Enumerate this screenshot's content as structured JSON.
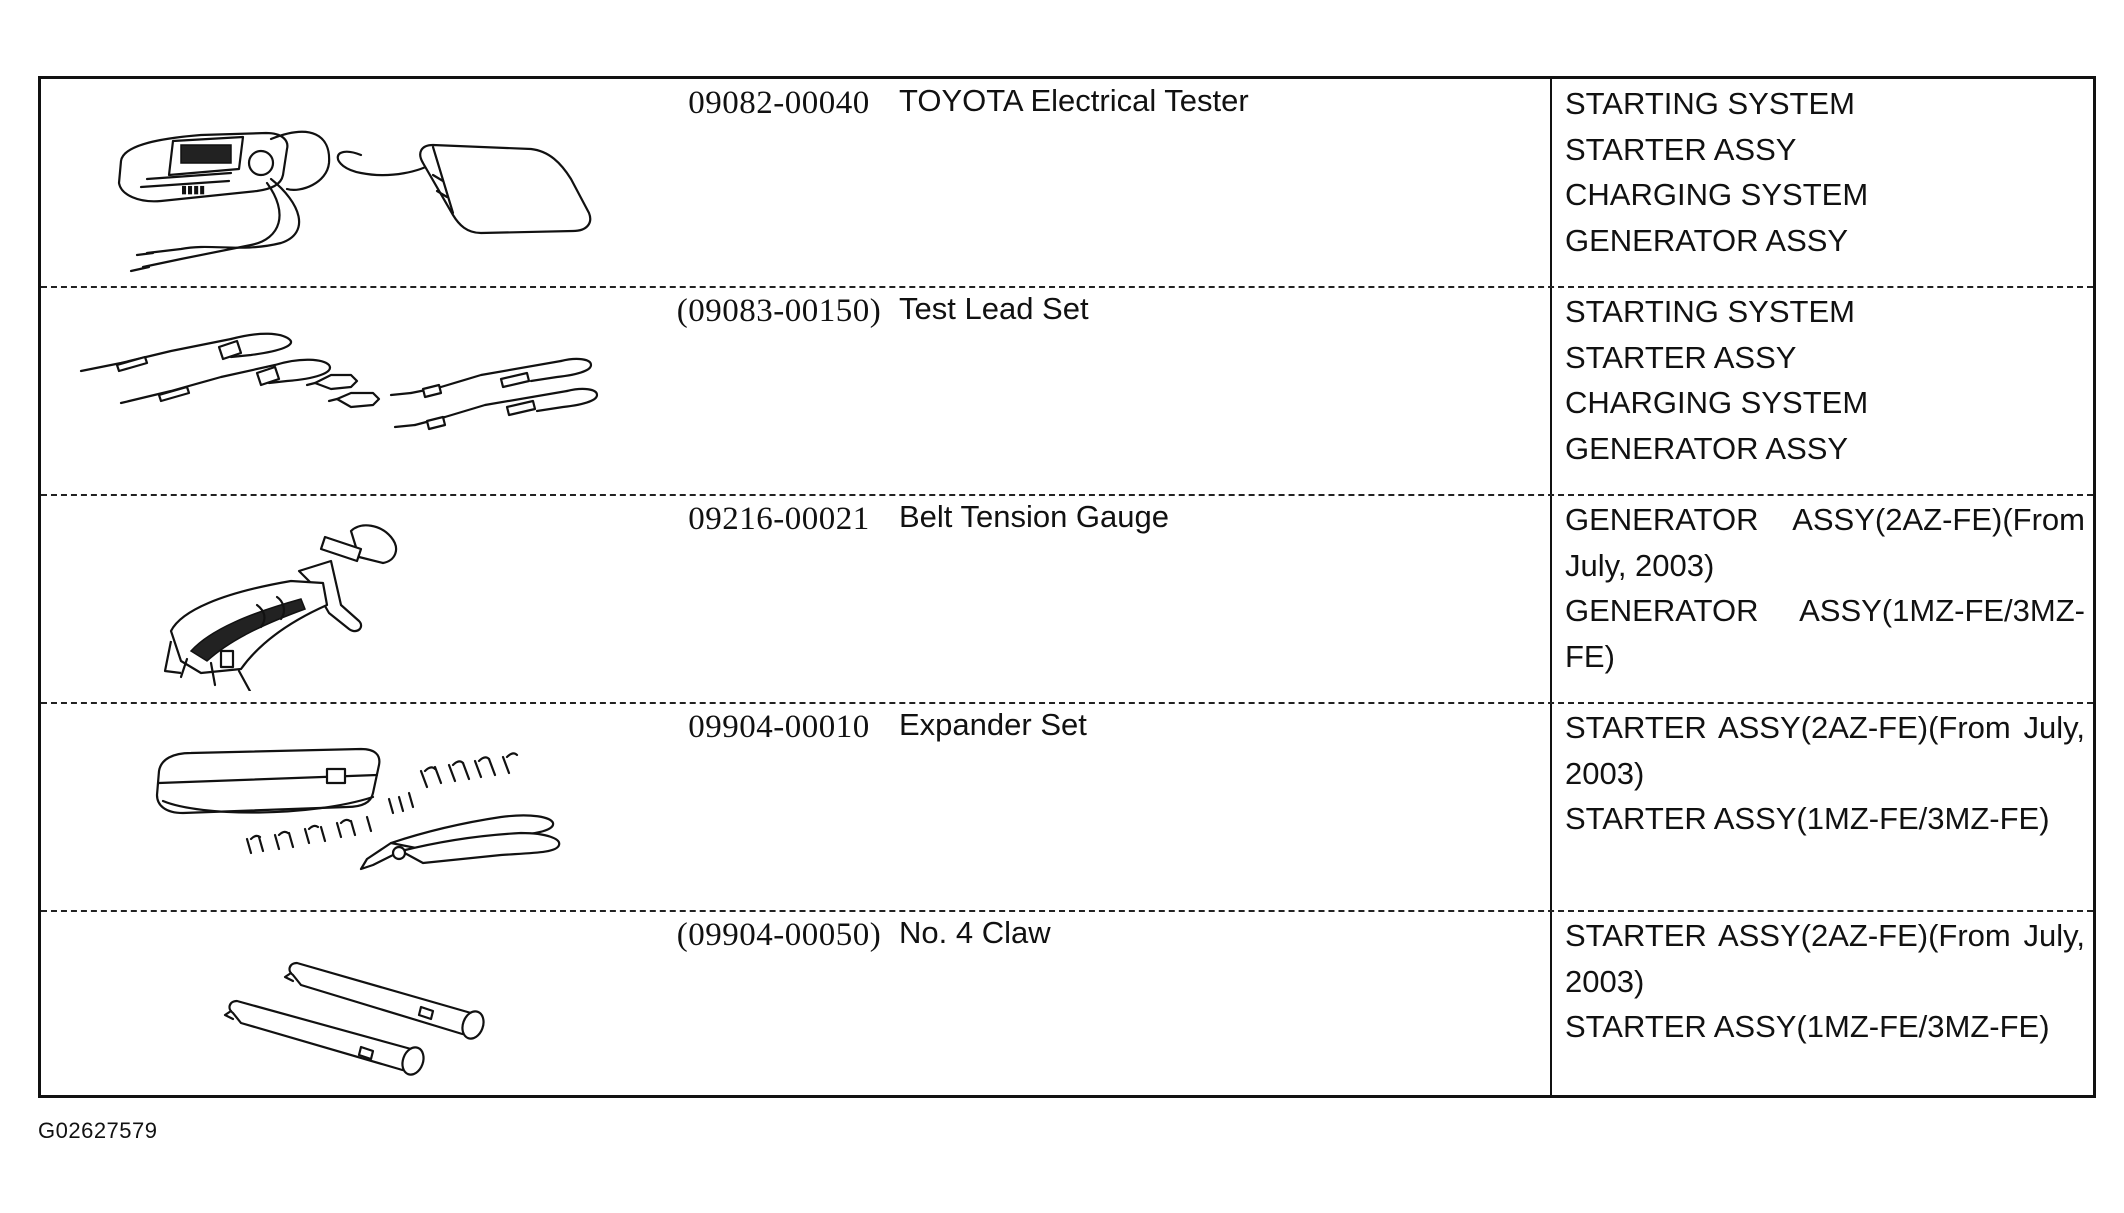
{
  "tools": [
    {
      "part_number": "09082-00040",
      "name": "TOYOTA Electrical Tester",
      "illustration": "electrical-tester-icon",
      "usage": [
        "STARTING SYSTEM",
        "STARTER ASSY",
        "CHARGING SYSTEM",
        "GENERATOR ASSY"
      ]
    },
    {
      "part_number": "(09083-00150)",
      "name": "Test Lead Set",
      "illustration": "test-lead-set-icon",
      "usage": [
        "STARTING SYSTEM",
        "STARTER ASSY",
        "CHARGING SYSTEM",
        "GENERATOR ASSY"
      ]
    },
    {
      "part_number": "09216-00021",
      "name": "Belt Tension Gauge",
      "illustration": "belt-tension-gauge-icon",
      "usage": [
        "GENERATOR ASSY(2AZ-FE)(From July, 2003)",
        "GENERATOR ASSY(1MZ-FE/3MZ-FE)"
      ]
    },
    {
      "part_number": "09904-00010",
      "name": "Expander Set",
      "illustration": "expander-set-icon",
      "usage": [
        "STARTER ASSY(2AZ-FE)(From July, 2003)",
        "STARTER ASSY(1MZ-FE/3MZ-FE)"
      ]
    },
    {
      "part_number": "(09904-00050)",
      "name": "No. 4 Claw",
      "illustration": "claw-icon",
      "usage": [
        "STARTER ASSY(2AZ-FE)(From July, 2003)",
        "STARTER ASSY(1MZ-FE/3MZ-FE)"
      ]
    }
  ],
  "usage_lines": {
    "row3": [
      [
        "GENERATOR",
        "ASSY(2AZ-FE)(From"
      ],
      [
        "July, 2003)"
      ],
      [
        "GENERATOR",
        "ASSY(1MZ-FE/3MZ-"
      ],
      [
        "FE)"
      ]
    ],
    "row4": [
      [
        "STARTER",
        "ASSY(2AZ-FE)(From",
        "July,"
      ],
      [
        "2003)"
      ],
      [
        "STARTER ASSY(1MZ-FE/3MZ-FE)"
      ]
    ],
    "row5": [
      [
        "STARTER",
        "ASSY(2AZ-FE)(From",
        "July,"
      ],
      [
        "2003)"
      ],
      [
        "STARTER ASSY(1MZ-FE/3MZ-FE)"
      ]
    ]
  },
  "figure_code": "G02627579"
}
